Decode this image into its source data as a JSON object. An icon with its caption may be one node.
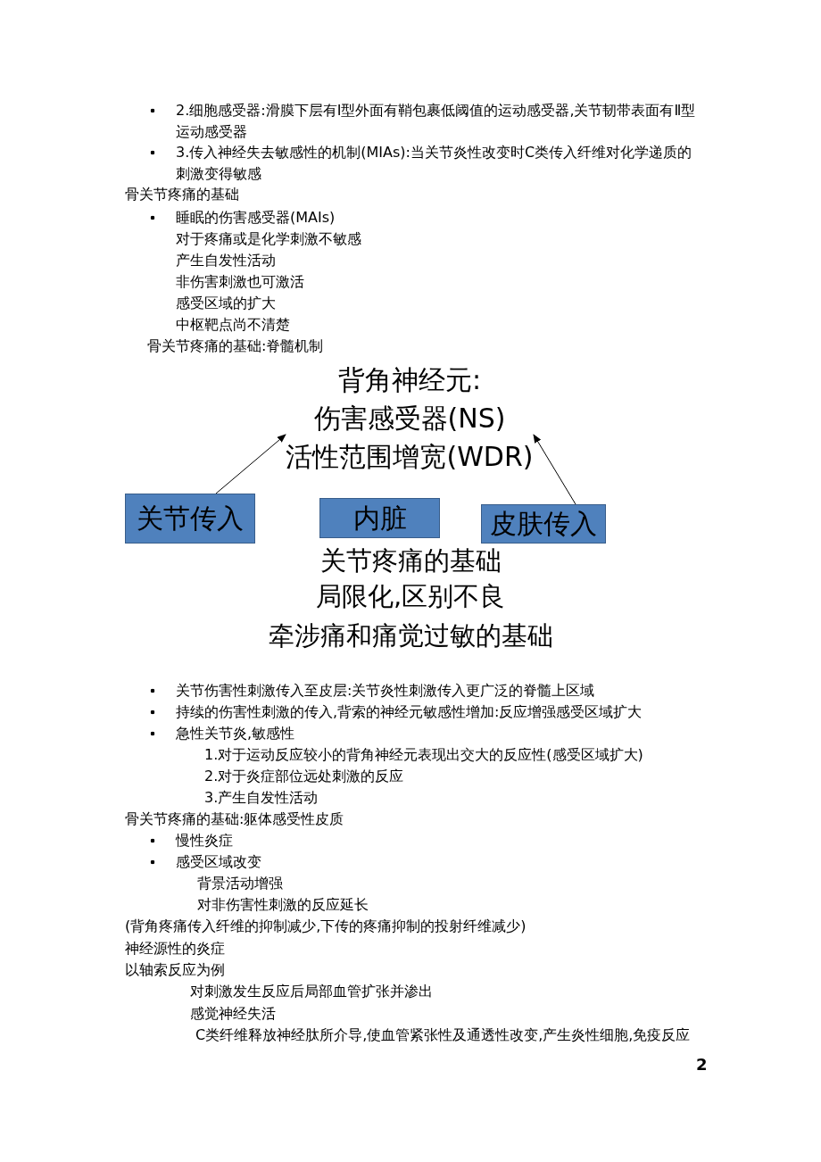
{
  "diagram": {
    "nodes": [
      {
        "text": [
          "背角神经元:",
          "伤害感受器(NS)",
          "活性范围增宽(WDR)"
        ]
      },
      {
        "text": [
          "关节传入"
        ]
      },
      {
        "text": [
          "内脏"
        ]
      },
      {
        "text": [
          "皮肤传入"
        ]
      }
    ],
    "edges": [
      {
        "from": 1,
        "to": 0,
        "arrow": "to"
      },
      {
        "from": 3,
        "to": 0,
        "arrow": "to"
      }
    ],
    "labels": [
      "2.细胞感受器:滑膜下层有Ⅰ型外面有鞘包裹低阈值的运动感受器,关节韧带表面有Ⅱ型运动感受器",
      "3.传入神经失去敏感性的机制(MIAs):当关节炎性改变时C类传入纤维对化学递质的刺激变得敏感",
      "骨关节疼痛的基础",
      "睡眠的伤害感受器(MAIs)",
      "对于疼痛或是化学刺激不敏感",
      "产生自发性活动",
      "非伤害刺激也可激活",
      "感受区域的扩大",
      "中枢靶点尚不清楚",
      "骨关节疼痛的基础:脊髓机制",
      "关节疼痛的基础",
      "局限化,区别不良",
      "牵涉痛和痛觉过敏的基础",
      "关节伤害性刺激传入至皮层:关节炎性刺激传入更广泛的脊髓上区域",
      "持续的伤害性刺激的传入,背索的神经元敏感性增加:反应增强感受区域扩大",
      "急性关节炎,敏感性",
      "1.对于运动反应较小的背角神经元表现出交大的反应性(感受区域扩大)",
      "2.对于炎症部位远处刺激的反应",
      "3.产生自发性活动",
      "骨关节疼痛的基础:躯体感受性皮质",
      "慢性炎症",
      "感受区域改变",
      "背景活动增强",
      "对非伤害性刺激的反应延长",
      "(背角疼痛传入纤维的抑制减少,下传的疼痛抑制的投射纤维减少)",
      "神经源性的炎症",
      "以轴索反应为例",
      "对刺激发生反应后局部血管扩张并渗出",
      "感觉神经失活",
      "C类纤维释放神经肽所介导,使血管紧张性及通透性改变,产生炎性细胞,免疫反应",
      "2"
    ]
  }
}
